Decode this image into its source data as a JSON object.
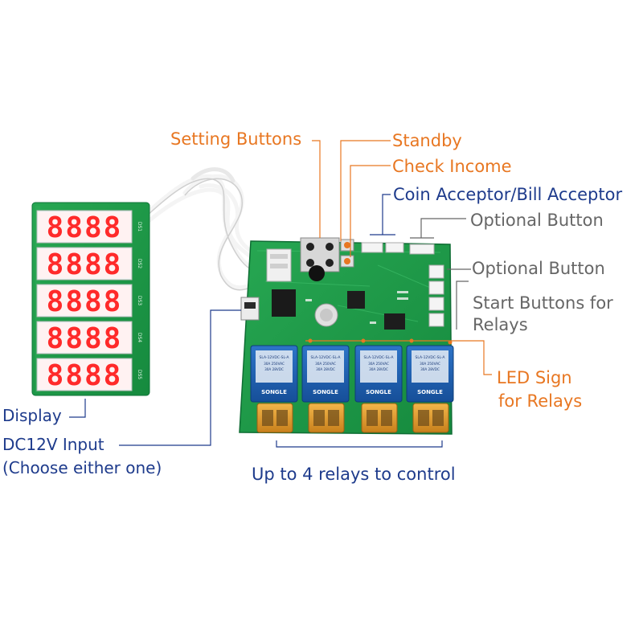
{
  "labels": {
    "setting_buttons": "Setting Buttons",
    "standby": "Standby",
    "check_income": "Check Income",
    "coin_bill_acceptor": "Coin Acceptor/Bill Acceptor",
    "optional_button_1": "Optional Button",
    "optional_button_2": "Optional Button",
    "start_buttons_line1": "Start Buttons for",
    "start_buttons_line2": "Relays",
    "led_sign_line1": "LED Sign",
    "led_sign_line2": "for Relays",
    "display": "Display",
    "dc12v_line1": "DC12V Input",
    "dc12v_line2": "(Choose either one)",
    "relays": "Up to 4 relays to control"
  },
  "display_board": {
    "digits": [
      "8888",
      "8888",
      "8888",
      "8888",
      "8888"
    ],
    "silkscreen": [
      "DS1",
      "DS2",
      "DS3",
      "DS4",
      "DS5"
    ]
  },
  "relays": {
    "count": 4,
    "brand": "SONGLE",
    "model": "SLA-12VDC-SL-A",
    "ratings": [
      "30A 250VAC",
      "30A 28VDC"
    ]
  },
  "colors": {
    "orange_label": "#e87722",
    "blue_label": "#1e3b8c",
    "gray_label": "#666666",
    "pcb_green": "#1f9a48",
    "relay_blue": "#1d5fb0",
    "led_red": "#ff2a2a"
  }
}
